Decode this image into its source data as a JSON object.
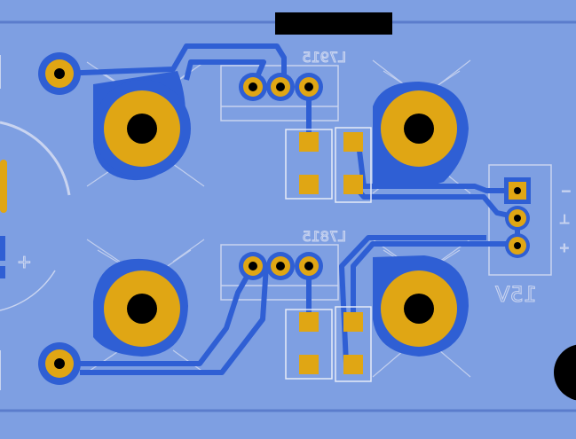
{
  "colors": {
    "board": "#7e9fe2",
    "copper": "#2f5fd4",
    "pad": "#e0a614",
    "silkscreen": "#c9d4f0",
    "drill": "#000000"
  },
  "labels": {
    "reg_top": "L7915",
    "reg_bottom": "L7815",
    "connector": "15V",
    "pin_minus": "−",
    "pin_gnd": "⊥",
    "pin_plus": "+",
    "cap_plus": "+"
  }
}
